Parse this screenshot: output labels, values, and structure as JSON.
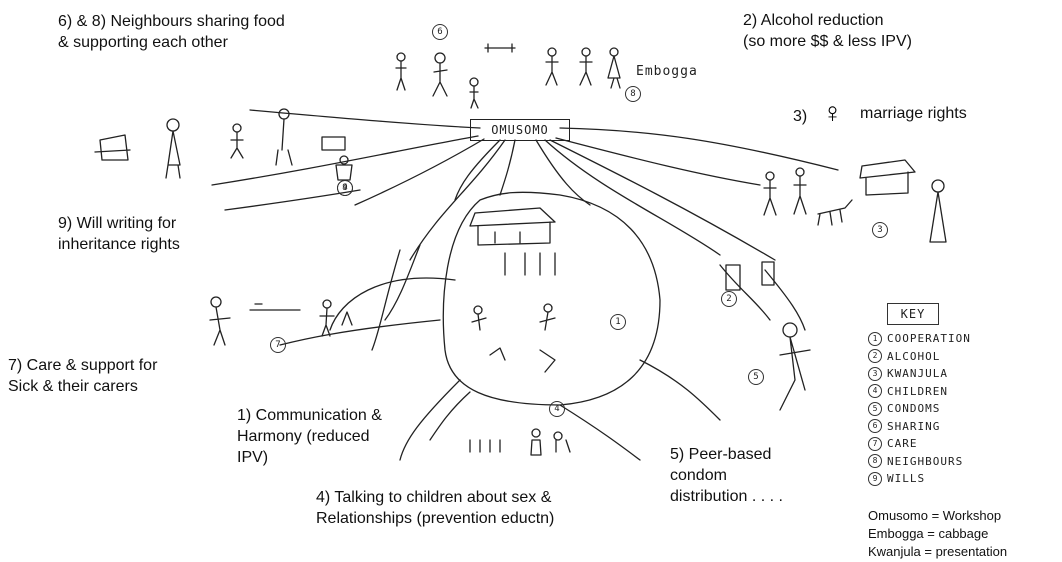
{
  "labels": {
    "sharing": "6) & 8) Neighbours sharing food\n& supporting each other",
    "alcohol": "2) Alcohol reduction\n(so more $$ & less IPV)",
    "marriage_num": "3)",
    "marriage_text": "marriage rights",
    "wills": "9) Will writing for\ninheritance rights",
    "care": "7) Care & support for\nSick & their carers",
    "communication": "1) Communication &\nHarmony (reduced\nIPV)",
    "children": "4) Talking to children about sex &\nRelationships (prevention eductn)",
    "condoms": "5) Peer-based\ncondom\ndistribution . . . ."
  },
  "sketch_text": {
    "omusomo": "OMUSOMO",
    "embogga": "Embogga",
    "venus_symbol": "♀"
  },
  "key": {
    "title": "KEY",
    "items": [
      {
        "num": "1",
        "label": "COOPERATION"
      },
      {
        "num": "2",
        "label": "ALCOHOL"
      },
      {
        "num": "3",
        "label": "KWANJULA"
      },
      {
        "num": "4",
        "label": "CHILDREN"
      },
      {
        "num": "5",
        "label": "CONDOMS"
      },
      {
        "num": "6",
        "label": "SHARING"
      },
      {
        "num": "7",
        "label": "CARE"
      },
      {
        "num": "8",
        "label": "NEIGHBOURS"
      },
      {
        "num": "9",
        "label": "WILLS"
      }
    ]
  },
  "glossary": [
    "Omusomo = Workshop",
    "Embogga = cabbage",
    "Kwanjula = presentation"
  ],
  "sketch_numbers": [
    "6",
    "8",
    "4",
    "9",
    "3",
    "1",
    "4",
    "2",
    "5",
    "7"
  ]
}
